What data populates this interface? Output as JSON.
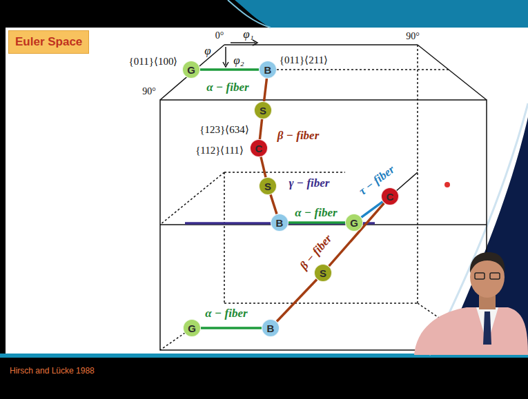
{
  "diagram": {
    "title": "Euler Space",
    "nodes": [
      {
        "text": [
          "G"
        ]
      },
      {
        "text": [
          "B"
        ]
      },
      {
        "text": [
          "S"
        ]
      },
      {
        "text": [
          "C"
        ]
      },
      {
        "text": [
          "S"
        ]
      },
      {
        "text": [
          "C"
        ]
      },
      {
        "text": [
          "B"
        ]
      },
      {
        "text": [
          "G"
        ]
      },
      {
        "text": [
          "S"
        ]
      },
      {
        "text": [
          "G"
        ]
      },
      {
        "text": [
          "B"
        ]
      }
    ],
    "edges": [
      {
        "from": 0,
        "to": 1,
        "arrow": "none",
        "label": "α − fiber"
      },
      {
        "from": 1,
        "to": 2,
        "arrow": "none"
      },
      {
        "from": 2,
        "to": 3,
        "arrow": "none",
        "label": "β − fiber"
      },
      {
        "from": 3,
        "to": 4,
        "arrow": "none"
      },
      {
        "from": 4,
        "to": 6,
        "arrow": "none"
      },
      {
        "from": 6,
        "to": 7,
        "arrow": "none",
        "label": "α − fiber"
      },
      {
        "from": 7,
        "to": 5,
        "arrow": "none",
        "label": "τ − fiber"
      },
      {
        "from": 5,
        "to": 8,
        "arrow": "none",
        "label": "β − fiber"
      },
      {
        "from": 8,
        "to": 10,
        "arrow": "none"
      },
      {
        "from": 9,
        "to": 10,
        "arrow": "none",
        "label": "α − fiber"
      }
    ],
    "labels": [
      "φ",
      "0°",
      "φ₁",
      "φ₂",
      "90°",
      "90°",
      "{011}⟨100⟩",
      "{011}⟨211⟩",
      "{123}⟨634⟩",
      "{112}⟨111⟩",
      "γ − fiber",
      "Hirsch and Lücke 1988"
    ]
  }
}
